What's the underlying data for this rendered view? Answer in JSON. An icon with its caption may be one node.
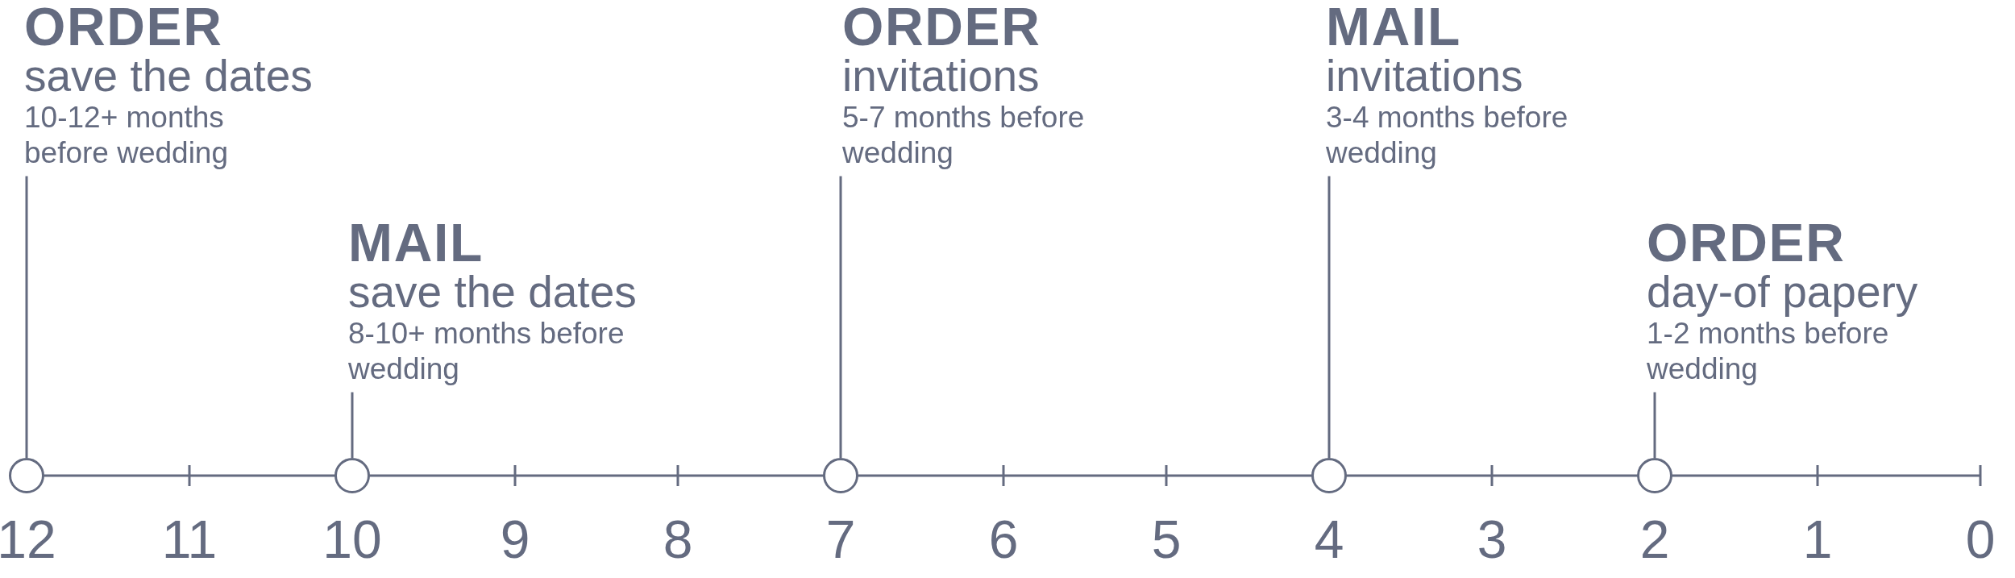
{
  "diagram": {
    "nodes": [
      {
        "text": [
          "ORDER",
          "save the dates",
          "10-12+ months before wedding"
        ]
      },
      {
        "text": [
          "MAIL",
          "save the dates",
          "8-10+ months before wedding"
        ]
      },
      {
        "text": [
          "ORDER",
          "invitations",
          "5-7 months before wedding"
        ]
      },
      {
        "text": [
          "MAIL",
          "invitations",
          "3-4 months before wedding"
        ]
      },
      {
        "text": [
          "ORDER",
          "day-of papery",
          "1-2 months before wedding"
        ]
      },
      {
        "text": [],
        "shape": "circle"
      },
      {
        "text": [],
        "shape": "circle"
      },
      {
        "text": [],
        "shape": "circle"
      },
      {
        "text": [],
        "shape": "circle"
      },
      {
        "text": [],
        "shape": "circle"
      }
    ],
    "edges": [
      {
        "from": 0,
        "to": 5,
        "arrow": "none"
      },
      {
        "from": 1,
        "to": 6,
        "arrow": "none"
      },
      {
        "from": 2,
        "to": 7,
        "arrow": "none"
      },
      {
        "from": 3,
        "to": 8,
        "arrow": "none"
      },
      {
        "from": 4,
        "to": 9,
        "arrow": "none"
      }
    ],
    "labels": [
      "12",
      "11",
      "10",
      "9",
      "8",
      "7",
      "6",
      "5",
      "4",
      "3",
      "2",
      "1",
      "0"
    ]
  }
}
